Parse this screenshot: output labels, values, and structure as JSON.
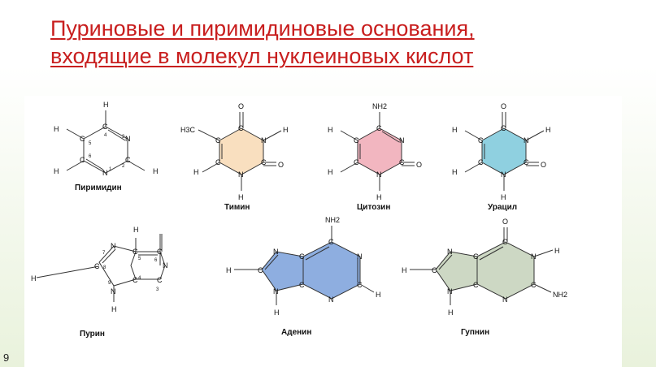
{
  "slide": {
    "title_line1": "Пуриновые и пиримидиновые основания,",
    "title_line2": "входящие в молекул нуклеиновых кислот",
    "number": "9"
  },
  "colors": {
    "title": "#c81e1e",
    "thymine_fill": "#f9dfbf",
    "cytosine_fill": "#f2b6c0",
    "uracil_fill": "#8fd0e0",
    "adenine_fill": "#8eaee0",
    "guanine_fill": "#cdd8c4"
  },
  "molecules": {
    "pyrimidine": {
      "name": "Пиримидин"
    },
    "thymine": {
      "name": "Тимин"
    },
    "cytosine": {
      "name": "Цитозин"
    },
    "uracil": {
      "name": "Урацил"
    },
    "purine": {
      "name": "Пурин"
    },
    "adenine": {
      "name": "Аденин"
    },
    "guanine": {
      "name": "Гупнин"
    }
  },
  "atoms": {
    "H": "H",
    "N": "N",
    "C": "C",
    "O": "O",
    "NH2": "NH2",
    "H3C": "H3C"
  },
  "ring_numbers": [
    "1",
    "2",
    "3",
    "4",
    "5",
    "6",
    "7",
    "8",
    "9"
  ]
}
